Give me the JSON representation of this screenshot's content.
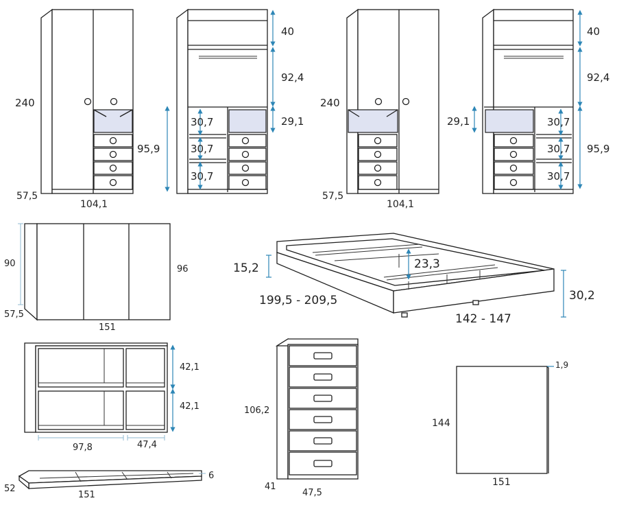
{
  "labels": {
    "w1_height": "240",
    "w1_depth": "57,5",
    "w1_width": "104,1",
    "w2_top": "40",
    "w2_hang": "92,4",
    "w2_niche": "29,1",
    "w2_lower": "95,9",
    "w2_shelf1": "30,7",
    "w2_shelf2": "30,7",
    "w2_shelf3": "30,7",
    "w3_height": "240",
    "w3_depth": "57,5",
    "w3_width": "104,1",
    "w4_top": "40",
    "w4_hang": "92,4",
    "w4_niche": "29,1",
    "w4_lower": "95,9",
    "w4_shelf1": "30,7",
    "w4_shelf2": "30,7",
    "w4_shelf3": "30,7",
    "cab_height": "90",
    "cab_height_right": "96",
    "cab_depth": "57,5",
    "cab_width": "151",
    "bed_frame_h": "15,2",
    "bed_inner_h": "23,3",
    "bed_length": "199,5 - 209,5",
    "bed_width": "142  -  147",
    "bed_total_h": "30,2",
    "shelf_h1": "42,1",
    "shelf_h2": "42,1",
    "shelf_w1": "97,8",
    "shelf_w2": "47,4",
    "plinth_depth": "52",
    "plinth_h": "6",
    "plinth_width": "151",
    "chest_height": "106,2",
    "chest_depth": "41",
    "chest_width": "47,5",
    "panel_height": "144",
    "panel_thick": "1,9",
    "panel_width": "151"
  }
}
